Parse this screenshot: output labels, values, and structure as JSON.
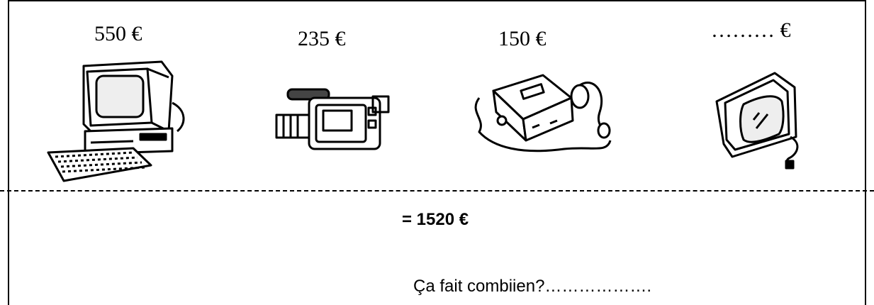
{
  "items": [
    {
      "price": "550 €",
      "icon": "computer-icon"
    },
    {
      "price": "235 €",
      "icon": "camcorder-icon"
    },
    {
      "price": "150 €",
      "icon": "cassette-player-icon"
    },
    {
      "price": "……… €",
      "icon": "television-icon"
    }
  ],
  "total": "= 1520 €",
  "question": "Ça fait combiien?………………."
}
